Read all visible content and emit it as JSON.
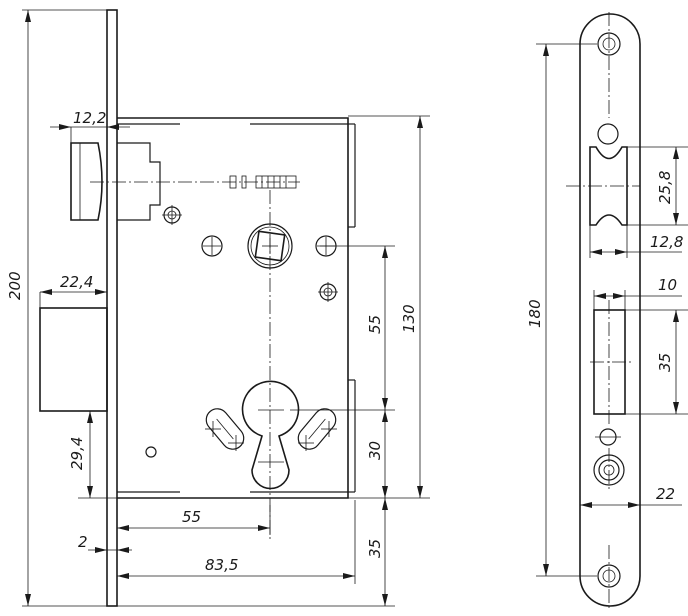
{
  "drawing": {
    "stroke_color": "#1a1a1a",
    "background": "#ffffff",
    "front_view": {
      "dim_latch_offset": "12,2",
      "dim_deadbolt_width": "22,4",
      "dim_overall_height": "200",
      "dim_upper_to_cylinder": "130",
      "dim_spindle_to_cylinder": "55",
      "dim_cylinder_to_bottom": "30",
      "dim_bottom_margin": "35",
      "dim_backset": "55",
      "dim_body_depth": "83,5",
      "dim_faceplate_thickness": "2",
      "dim_bolt_height": "29,4"
    },
    "strike_plate": {
      "dim_length": "180",
      "dim_latch_hole_height": "25,8",
      "dim_latch_hole_width": "12,8",
      "dim_bolt_hole_width": "10",
      "dim_bolt_hole_height": "35",
      "dim_plate_width": "22"
    }
  }
}
